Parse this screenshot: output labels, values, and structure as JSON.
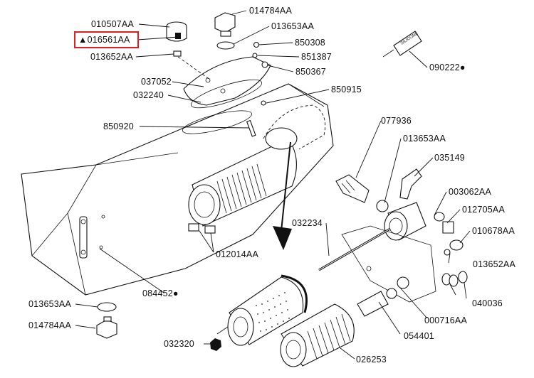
{
  "labels": {
    "p010507AA": "010507AA",
    "p016561AA": "016561AA",
    "p013652AA_top": "013652AA",
    "p014784AA_top": "014784AA",
    "p013653AA_top": "013653AA",
    "p850308": "850308",
    "p851387": "851387",
    "p850367": "850367",
    "p090222": "090222",
    "p037052": "037052",
    "p032240": "032240",
    "p850915": "850915",
    "p850920": "850920",
    "p077936": "077936",
    "p013653AA_mid": "013653AA",
    "p035149": "035149",
    "p003062AA": "003062AA",
    "p012705AA": "012705AA",
    "p010678AA": "010678AA",
    "p013652AA_right": "013652AA",
    "p040036": "040036",
    "p000716AA": "000716AA",
    "p054401": "054401",
    "p026253": "026253",
    "p032320": "032320",
    "p032234": "032234",
    "p012014AA": "012014AA",
    "p084452": "084452",
    "p013653AA_bot": "013653AA",
    "p014784AA_bot": "014784AA"
  },
  "markers": {
    "highlight_prefix": "▲",
    "dot": "●",
    "tube_text": "SILICONE"
  },
  "colors": {
    "highlight_box": "#e02020",
    "ink": "#111111"
  }
}
